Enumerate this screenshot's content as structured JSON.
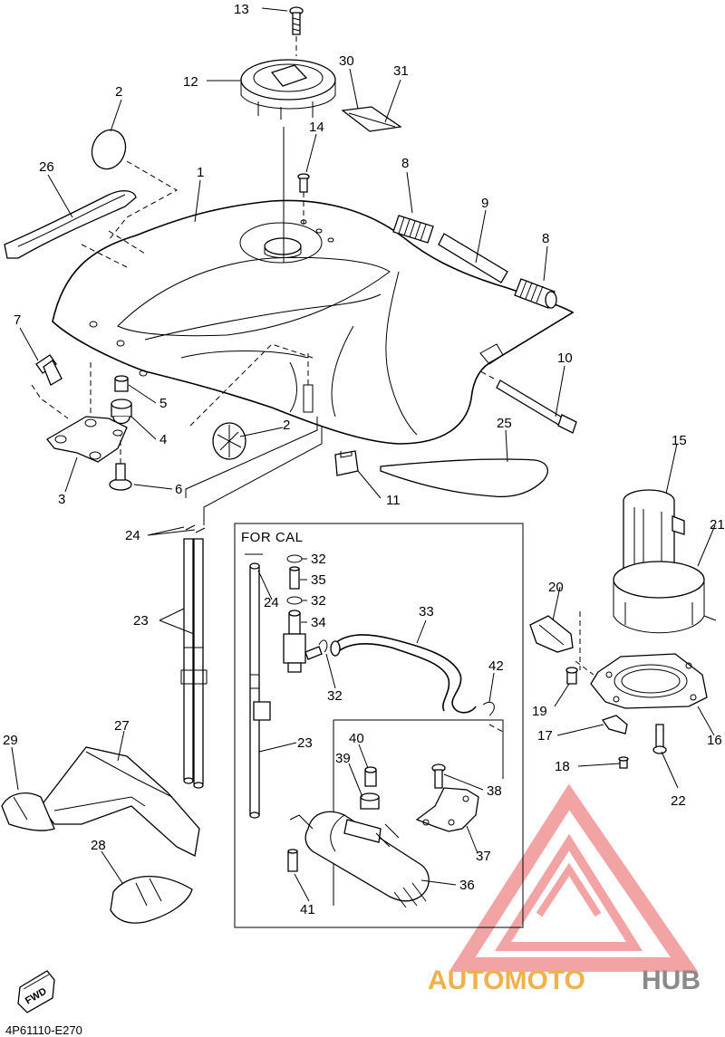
{
  "diagram_code": "4P61110-E270",
  "inset_title": "FOR CAL",
  "fwd_badge": "FWD",
  "watermark": {
    "word_a": "AUTOMOTO",
    "word_b": "HUB",
    "color_a": "#f0b04a",
    "color_b": "#8a8a8a",
    "logo_color": "#e85a5a"
  },
  "callouts": [
    "1",
    "2",
    "2",
    "3",
    "4",
    "5",
    "6",
    "7",
    "8",
    "8",
    "9",
    "10",
    "11",
    "12",
    "13",
    "14",
    "15",
    "16",
    "17",
    "18",
    "19",
    "20",
    "21",
    "22",
    "23",
    "23",
    "23",
    "24",
    "24",
    "25",
    "26",
    "27",
    "28",
    "29",
    "30",
    "31",
    "32",
    "32",
    "32",
    "33",
    "34",
    "35",
    "36",
    "37",
    "38",
    "39",
    "40",
    "41",
    "42"
  ]
}
